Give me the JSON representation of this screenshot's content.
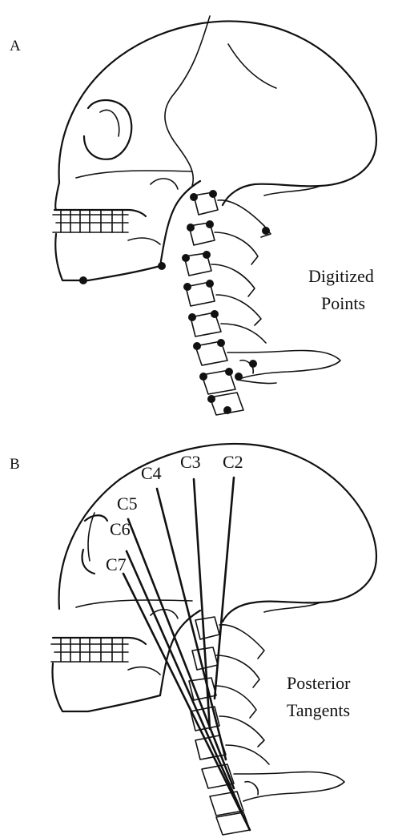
{
  "panels": [
    {
      "letter": "A",
      "caption_lines": [
        "Digitized",
        "Points"
      ]
    },
    {
      "letter": "B",
      "caption_lines": [
        "Posterior",
        "Tangents"
      ],
      "vertebra_labels": [
        "C2",
        "C3",
        "C4",
        "C5",
        "C6",
        "C7"
      ]
    }
  ]
}
